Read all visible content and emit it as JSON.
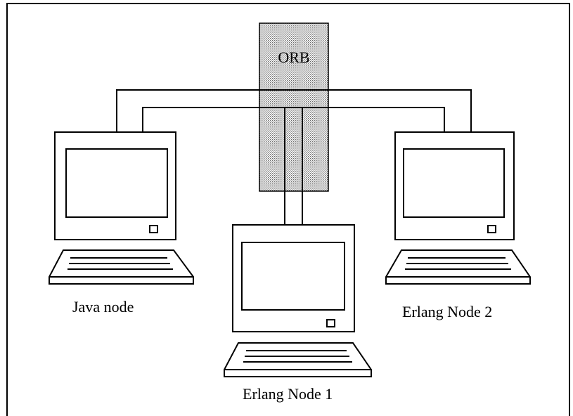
{
  "diagram": {
    "orb_label": "ORB",
    "nodes": {
      "java": "Java node",
      "erlang1": "Erlang Node 1",
      "erlang2": "Erlang Node 2"
    }
  },
  "colors": {
    "line": "#000000",
    "background": "#ffffff",
    "orb_dots": "#6b6b6b"
  }
}
